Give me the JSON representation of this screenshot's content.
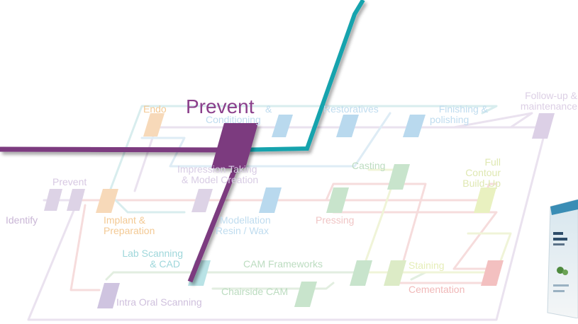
{
  "diagram": {
    "highlight": "Prevent",
    "stations": {
      "identify": "Identify",
      "prevent": "Prevent",
      "endo": "Endo",
      "adhesive_1": "",
      "adhesive_2": "Conditioning",
      "amp": "&",
      "restoratives": "Restoratives",
      "finishing_1": "Finishing &",
      "finishing_2": "polishing",
      "followup_1": "Follow-up &",
      "followup_2": "maintenance",
      "impression_1": "Impression Taking",
      "impression_2": "& Model Creation",
      "implant_1": "Implant &",
      "implant_2": "Preparation",
      "casting": "Casting",
      "full_1": "Full",
      "full_2": "Contour",
      "full_3": "Build-Up",
      "modellation_1": "Modellation",
      "modellation_2": "Resin / Wax",
      "pressing": "Pressing",
      "labscan_1": "Lab Scanning",
      "labscan_2": "& CAD",
      "cam_frameworks": "CAM Frameworks",
      "staining": "Staining",
      "chairside": "Chairside CAM",
      "cementation": "Cementation",
      "intraoral": "Intra Oral Scanning"
    },
    "colors": {
      "purple": "#7b3a7f",
      "teal": "#14a3ad",
      "orange": "#f2c79a",
      "blue": "#9dcbe6",
      "green": "#c4e0c8",
      "lime": "#e4edb4",
      "pink": "#f3c2c2",
      "lavender": "#dcd0e6"
    }
  }
}
